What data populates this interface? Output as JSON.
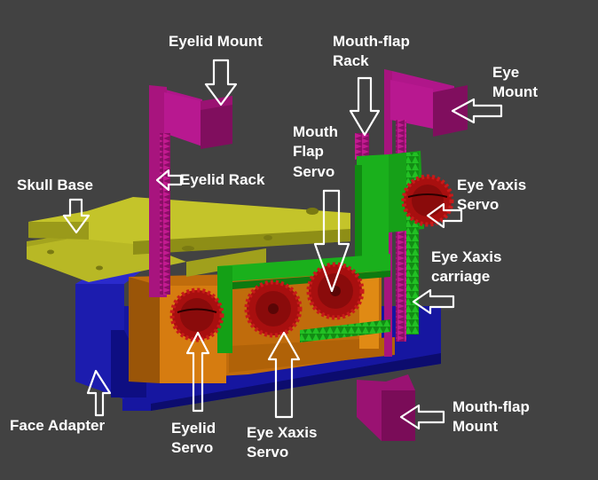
{
  "labels": {
    "eyelid_mount": "Eyelid Mount",
    "mouth_flap_rack_1": "Mouth-flap",
    "mouth_flap_rack_2": "Rack",
    "eye_mount_1": "Eye",
    "eye_mount_2": "Mount",
    "mouth_flap_servo_1": "Mouth",
    "mouth_flap_servo_2": "Flap",
    "mouth_flap_servo_3": "Servo",
    "eyelid_rack": "Eyelid Rack",
    "skull_base": "Skull Base",
    "eye_yaxis_servo_1": "Eye Yaxis",
    "eye_yaxis_servo_2": "Servo",
    "eye_xaxis_carriage_1": "Eye Xaxis",
    "eye_xaxis_carriage_2": "carriage",
    "face_adapter": "Face Adapter",
    "eyelid_servo_1": "Eyelid",
    "eyelid_servo_2": "Servo",
    "eye_xaxis_servo_1": "Eye Xaxis",
    "eye_xaxis_servo_2": "Servo",
    "mouth_flap_mount_1": "Mouth-flap",
    "mouth_flap_mount_2": "Mount"
  },
  "colors": {
    "background": "#424242",
    "label_text": "#ffffff",
    "arrow_outline": "#ffffff",
    "skull_base": "#b8b825",
    "face_adapter": "#1a1aa8",
    "frame_orange": "#c06c0c",
    "racks_mounts": "#a8147e",
    "carriage_green": "#16a818",
    "gear_red": "#a80f0f"
  }
}
